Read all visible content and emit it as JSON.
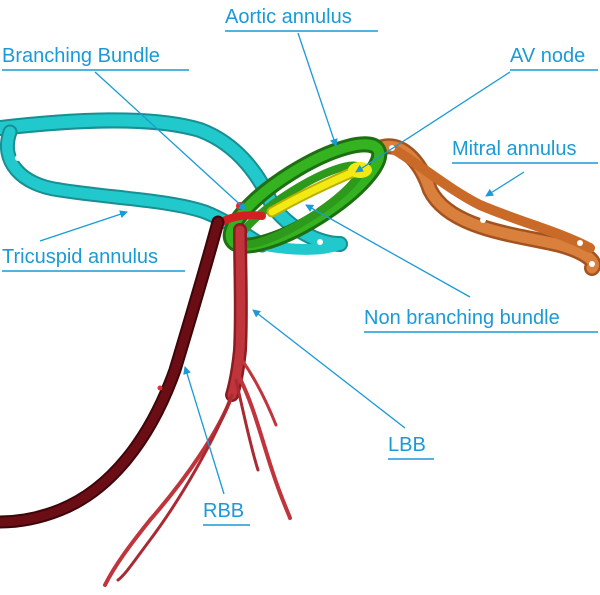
{
  "labels": {
    "aortic_annulus": "Aortic annulus",
    "branching_bundle": "Branching Bundle",
    "av_node": "AV node",
    "mitral_annulus": "Mitral annulus",
    "tricuspid_annulus": "Tricuspid annulus",
    "non_branching_bundle": "Non branching bundle",
    "lbb": "LBB",
    "rbb": "RBB"
  },
  "colors": {
    "label": "#1a9ad6",
    "tricuspid": "#22c9cc",
    "aortic": "#2e9a1c",
    "av_node": "#f2ea12",
    "mitral": "#c96a28",
    "rbb": "#6b0d14",
    "lbb": "#c0343c"
  }
}
